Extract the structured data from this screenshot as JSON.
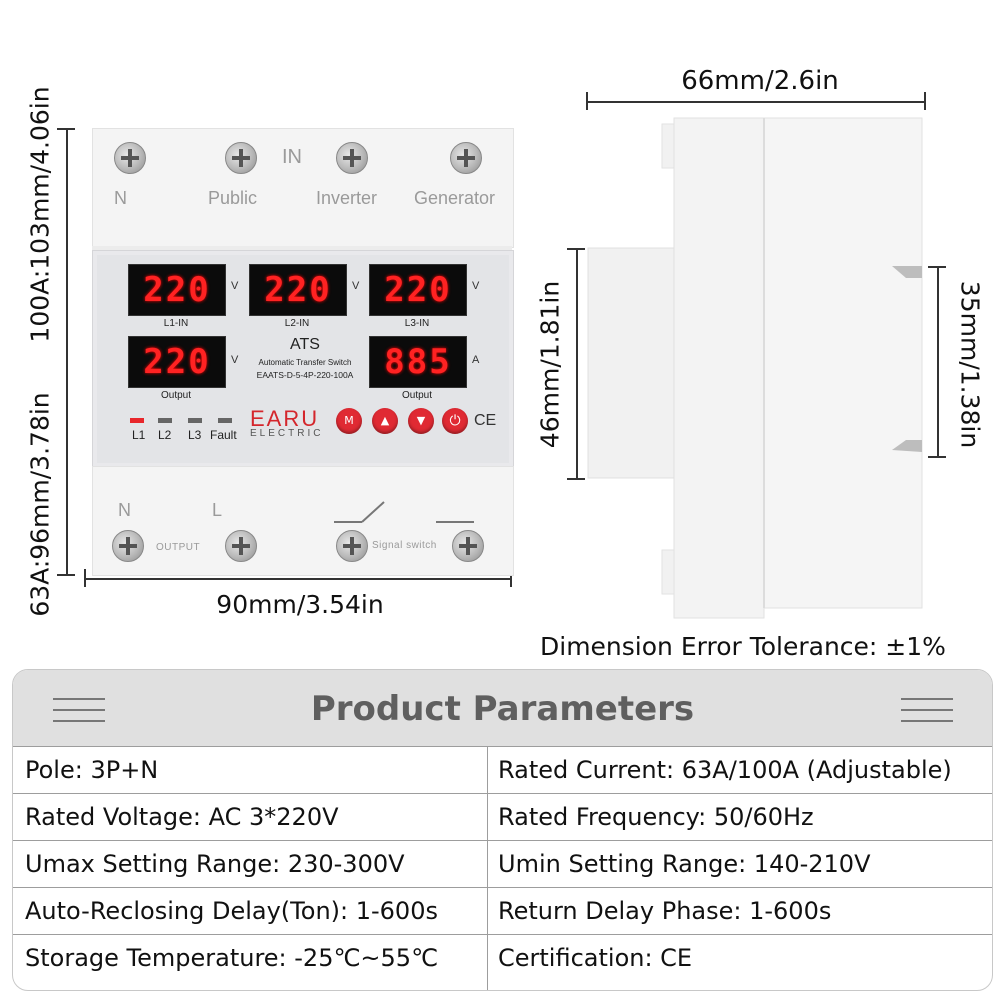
{
  "dimensions": {
    "top_width": "66mm/2.6in",
    "left_height": "100A:103mm/4.06in",
    "left_height_2": "63A:96mm/3.78in",
    "bottom_width": "90mm/3.54in",
    "side_mid_height": "46mm/1.81in",
    "side_rail_height": "35mm/1.38in",
    "tolerance": "Dimension Error Tolerance: ±1%"
  },
  "device": {
    "in_label": "IN",
    "top_terminals": [
      "N",
      "Public",
      "Inverter",
      "Generator"
    ],
    "displays": [
      {
        "value": "220",
        "unit": "V",
        "label": "L1-IN"
      },
      {
        "value": "220",
        "unit": "V",
        "label": "L2-IN"
      },
      {
        "value": "220",
        "unit": "V",
        "label": "L3-IN"
      },
      {
        "value": "220",
        "unit": "V",
        "label": "Output"
      },
      {
        "value": "885",
        "unit": "A",
        "label": "Output"
      }
    ],
    "ats_title": "ATS",
    "ats_subtitle": "Automatic Transfer Switch",
    "model": "EAATS-D-5-4P-220-100A",
    "leds": [
      "L1",
      "L2",
      "L3",
      "Fault"
    ],
    "brand": "EARU",
    "brand_sub": "ELECTRIC",
    "buttons": [
      "M",
      "▲",
      "▼",
      "⏻"
    ],
    "ce_mark": "CE",
    "bottom_labels": [
      "N",
      "L"
    ],
    "output_label": "OUTPUT",
    "signal_label": "Signal switch"
  },
  "params": {
    "title": "Product Parameters",
    "rows": [
      [
        "Pole: 3P+N",
        "Rated Current: 63A/100A (Adjustable)"
      ],
      [
        "Rated Voltage: AC 3*220V",
        "Rated Frequency: 50/60Hz"
      ],
      [
        "Umax Setting Range: 230-300V",
        "Umin Setting Range: 140-210V"
      ],
      [
        "Auto-Reclosing Delay(Ton): 1-600s",
        "Return Delay Phase: 1-600s"
      ],
      [
        "Storage Temperature: -25℃~55℃",
        "Certification: CE"
      ]
    ]
  }
}
